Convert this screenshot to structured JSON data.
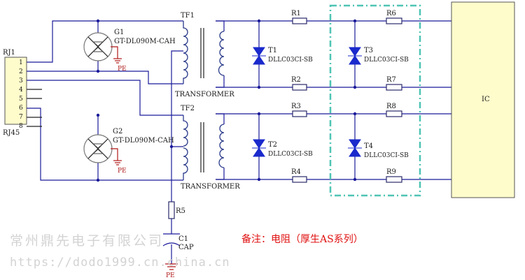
{
  "connector": {
    "ref": "RJ1",
    "type": "RJ45",
    "pins": [
      "1",
      "2",
      "3",
      "4",
      "5",
      "6",
      "7",
      "8"
    ]
  },
  "gdt": [
    {
      "ref": "G1",
      "part": "GT-DL090M-CAH",
      "ground": "PE"
    },
    {
      "ref": "G2",
      "part": "GT-DL090M-CAH",
      "ground": "PE"
    }
  ],
  "transformers": [
    {
      "ref": "TF1",
      "label": "TRANSFORMER"
    },
    {
      "ref": "TF2",
      "label": "TRANSFORMER"
    }
  ],
  "tvs": [
    {
      "ref": "T1",
      "part": "DLLC03CI-SB"
    },
    {
      "ref": "T2",
      "part": "DLLC03CI-SB"
    },
    {
      "ref": "T3",
      "part": "DLLC03CI-SB"
    },
    {
      "ref": "T4",
      "part": "DLLC03CI-SB"
    }
  ],
  "resistors": [
    "R1",
    "R2",
    "R3",
    "R4",
    "R5",
    "R6",
    "R7",
    "R8",
    "R9"
  ],
  "capacitor": {
    "ref": "C1",
    "value": "CAP",
    "ground": "PE"
  },
  "ic": {
    "label": "IC",
    "fill": "#fffccc"
  },
  "note": "备注：电阻（厚生AS系列）",
  "watermark": {
    "company": "常州鼎先电子有限公司",
    "url": "https://dodo1999.cn.china.cn"
  },
  "colors": {
    "wire": "#1a1a9a",
    "tvs": "#1a2acc",
    "ground": "#b01818",
    "note": "#e01010",
    "dashed_box": "#4fc4b4"
  }
}
